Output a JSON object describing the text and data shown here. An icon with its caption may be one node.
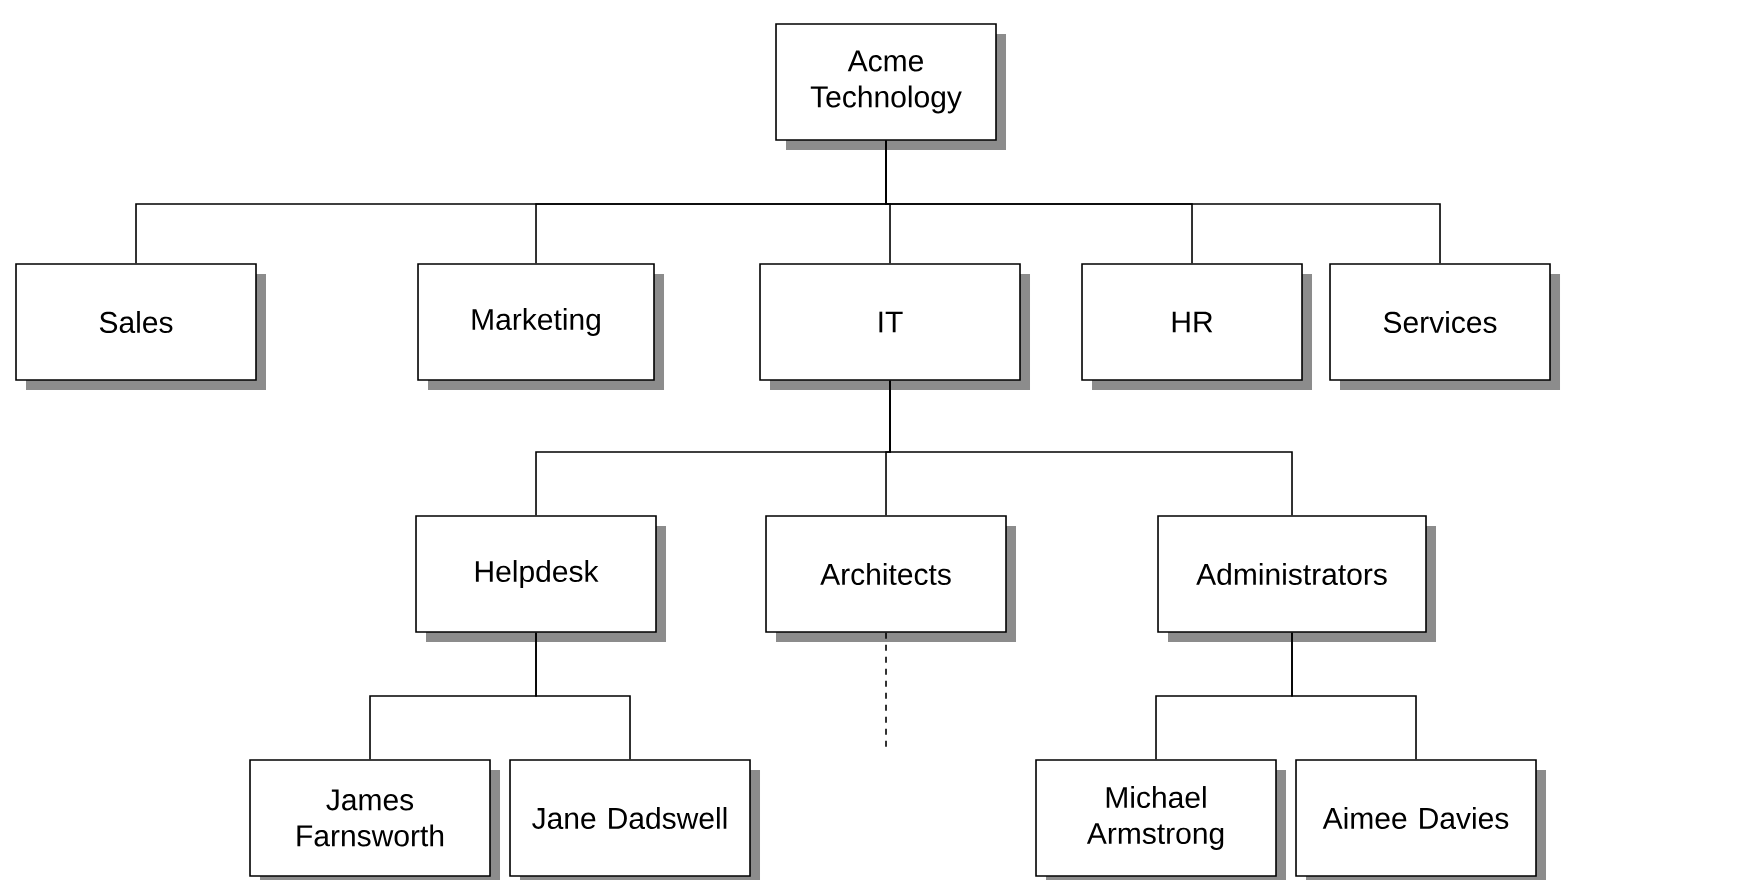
{
  "diagram": {
    "nodes": [
      {
        "text": [
          "Acme Technology"
        ]
      },
      {
        "text": [
          "Sales"
        ]
      },
      {
        "text": [
          "Marketing"
        ]
      },
      {
        "text": [
          "IT"
        ]
      },
      {
        "text": [
          "HR"
        ]
      },
      {
        "text": [
          "Services"
        ]
      },
      {
        "text": [
          "Helpdesk"
        ]
      },
      {
        "text": [
          "Architects"
        ]
      },
      {
        "text": [
          "Administrators"
        ]
      },
      {
        "text": [
          "James Farnsworth"
        ]
      },
      {
        "text": [
          "Jane Dadswell"
        ]
      },
      {
        "text": [
          "Michael Armstrong"
        ]
      },
      {
        "text": [
          "Aimee Davies"
        ]
      }
    ],
    "edges": [
      {
        "from": 0,
        "to": 1,
        "arrow": "none"
      },
      {
        "from": 0,
        "to": 2,
        "arrow": "none"
      },
      {
        "from": 0,
        "to": 3,
        "arrow": "none"
      },
      {
        "from": 0,
        "to": 4,
        "arrow": "none"
      },
      {
        "from": 0,
        "to": 5,
        "arrow": "none"
      },
      {
        "from": 3,
        "to": 6,
        "arrow": "none"
      },
      {
        "from": 3,
        "to": 7,
        "arrow": "none"
      },
      {
        "from": 3,
        "to": 8,
        "arrow": "none"
      },
      {
        "from": 6,
        "to": 9,
        "arrow": "none"
      },
      {
        "from": 6,
        "to": 10,
        "arrow": "none"
      },
      {
        "from": 8,
        "to": 11,
        "arrow": "none"
      },
      {
        "from": 8,
        "to": 12,
        "arrow": "none"
      },
      {
        "from": 7,
        "to": null,
        "arrow": "none",
        "style": "dashed"
      }
    ]
  }
}
